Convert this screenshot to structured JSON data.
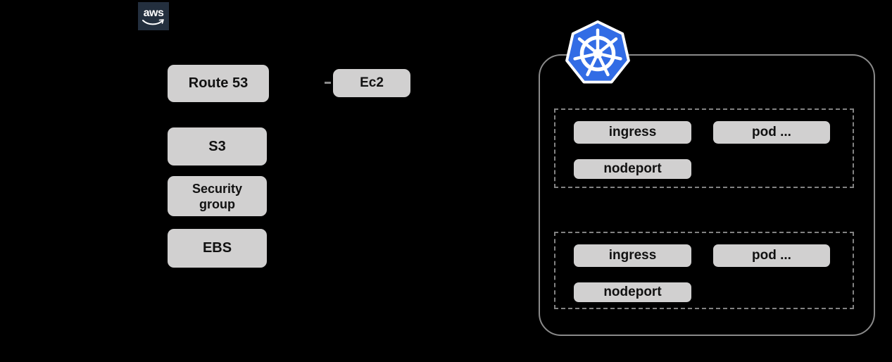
{
  "title": "AWS to Kubernetes architecture diagram",
  "colors": {
    "background": "#000000",
    "box_fill": "#d1d0d0",
    "box_text": "#111111",
    "solid_border_gray": "#8a8a8a",
    "dashed_border_gray": "#828282",
    "aws_navy": "#232f3e",
    "kubernetes_blue": "#326ce5"
  },
  "icons": {
    "aws_logo": "aws-logo-icon",
    "kubernetes_logo": "kubernetes-helm-logo-icon"
  },
  "aws": {
    "logo_label": "aws"
  },
  "services": {
    "route53": "Route 53",
    "ec2": "Ec2",
    "s3": "S3",
    "security_group": "Security group",
    "ebs": "EBS"
  },
  "cluster": {
    "group1": {
      "ingress": "ingress",
      "pod": "pod ...",
      "nodeport": "nodeport"
    },
    "group2": {
      "ingress": "ingress",
      "pod": "pod ...",
      "nodeport": "nodeport"
    }
  }
}
